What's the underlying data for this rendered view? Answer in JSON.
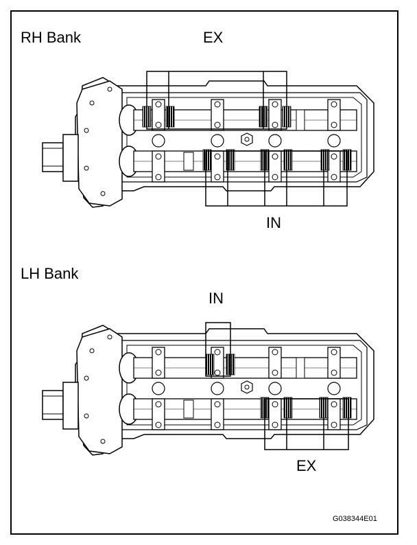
{
  "banks": {
    "rh": {
      "title": "RH Bank",
      "top_label": "EX",
      "bottom_label": "IN"
    },
    "lh": {
      "title": "LH Bank",
      "top_label": "IN",
      "bottom_label": "EX"
    }
  },
  "figure_code": "G038344E01",
  "colors": {
    "line": "#000000",
    "background": "#ffffff"
  }
}
